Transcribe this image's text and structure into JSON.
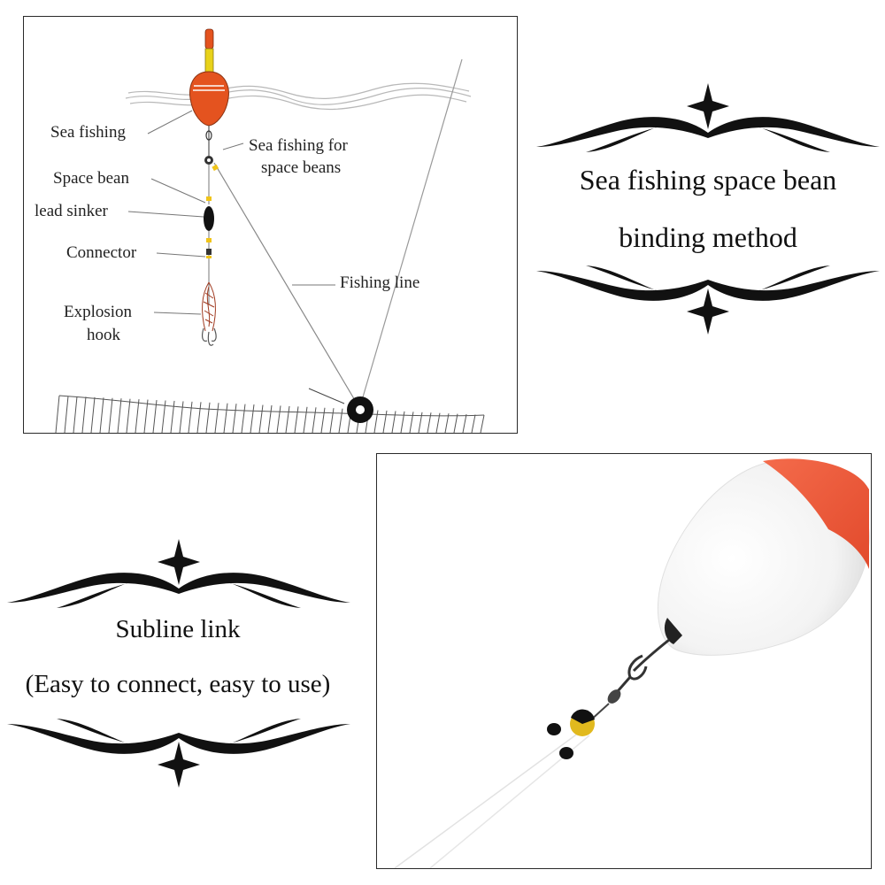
{
  "diagram": {
    "labels": {
      "float": "Sea fishing",
      "bean_swivel_line1": "Sea fishing for",
      "bean_swivel_line2": "space beans",
      "space_bean": "Space bean",
      "lead_sinker": "lead sinker",
      "connector": "Connector",
      "explosion_hook_line1": "Explosion",
      "explosion_hook_line2": "hook",
      "fishing_line": "Fishing line"
    },
    "colors": {
      "float_body": "#e4531f",
      "float_tip": "#e8d21a",
      "sinker": "#111111",
      "bean": "#f0c419"
    }
  },
  "title_block": {
    "line1": "Sea fishing space bean",
    "line2": "binding method"
  },
  "subline_block": {
    "title": "Subline link",
    "subtitle": "(Easy to connect, easy to use)"
  },
  "photo": {
    "colors": {
      "float_white": "#f7f7f7",
      "float_red": "#f05a3c",
      "bean_yellow": "#e1b91e"
    }
  }
}
